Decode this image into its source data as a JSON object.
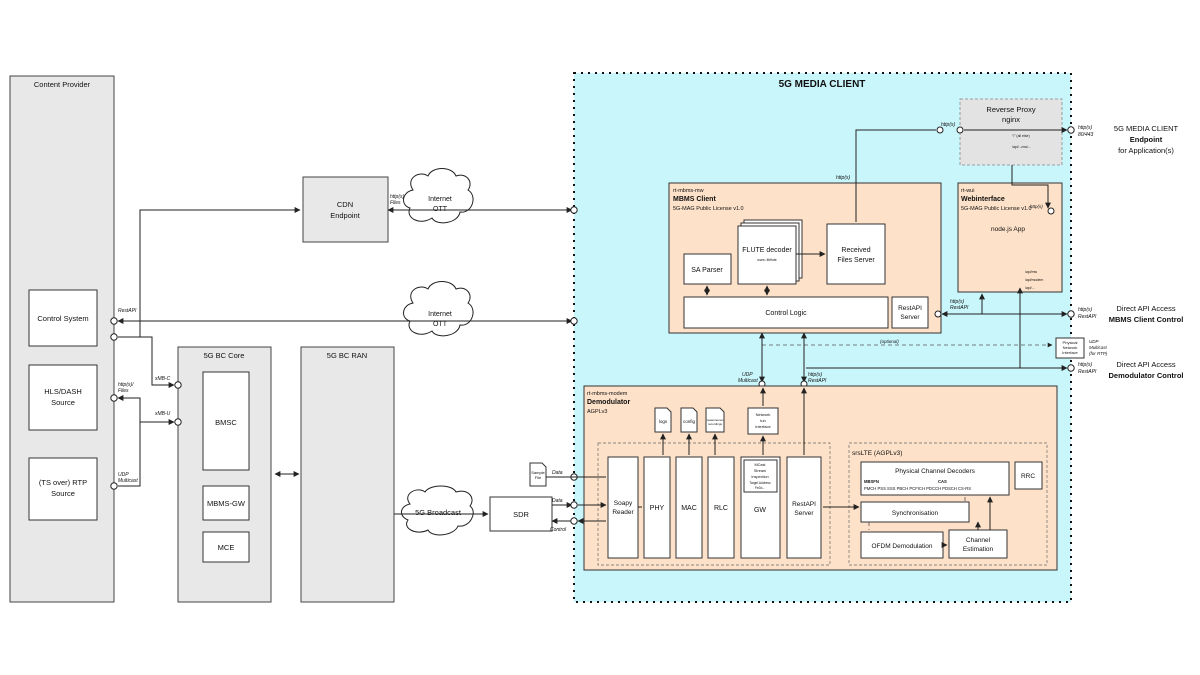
{
  "left": {
    "content_provider": "Content Provider",
    "control_system": "Control System",
    "hls_dash": [
      "HLS/DASH",
      "Source"
    ],
    "ts_rtp": [
      "(TS over) RTP",
      "Source"
    ],
    "rest_api": "RestAPI",
    "http_files": [
      "http(s)/",
      "Files"
    ],
    "xmb_c": "xMB-C",
    "xmb_u": "xMB-U",
    "udp_multicast": [
      "UDP",
      "Multicast"
    ]
  },
  "core": {
    "title": "5G BC Core",
    "bmsc": "BMSC",
    "mbms_gw": "MBMS-GW",
    "mce": "MCE"
  },
  "ran": {
    "title": "5G BC RAN"
  },
  "cdn": {
    "label": [
      "CDN",
      "Endpoint"
    ],
    "http_files": [
      "http(s)/",
      "Files"
    ],
    "ott": [
      "Internet",
      "OTT"
    ]
  },
  "middle": {
    "ott2": [
      "Internet",
      "OTT"
    ],
    "broadcast": "5G Broadcast",
    "sdr": "SDR",
    "data1": "Data",
    "data2": "Data",
    "control": "Control",
    "sample_file": [
      "Sample",
      "File"
    ]
  },
  "client": {
    "title": "5G MEDIA CLIENT",
    "proxy": [
      "Reverse Proxy",
      "nginx"
    ],
    "proxy_http": "http(s)",
    "proxy_routes": [
      "\"/\" (all else)",
      "/api/...mw/..."
    ],
    "mw": {
      "name": "rt-mbms-mw",
      "title": "MBMS Client",
      "license": "5G-MAG Public License v1.0",
      "http": "http(s)",
      "sa_parser": "SA Parser",
      "flute": "FLUTE decoder",
      "flute_sub": "uses: libflute",
      "received": [
        "Received",
        "Files Server"
      ],
      "control_logic": "Control Logic",
      "restapi": [
        "RestAPI",
        "Server"
      ]
    },
    "wui": {
      "name": "rt-wui",
      "title": "Webinterface",
      "license": "5G-MAG Public License v1.0",
      "app": "node.js App",
      "http": "http(s)",
      "routes": [
        "/api/mw",
        "/api/modem",
        "/api/..."
      ],
      "restapi_label": [
        "http(s)",
        "RestAPI"
      ]
    },
    "optional": "(optional)",
    "udp_multicast": [
      "UDP",
      "Multicast"
    ],
    "http_restapi": [
      "http(s)",
      "RestAPI"
    ],
    "modem": {
      "name": "rt-mbms-modem",
      "title": "Demodulator",
      "license": "AGPLv3",
      "logs": "logs",
      "config": "config",
      "recordings": [
        "measurement",
        "recordings"
      ],
      "net_iface": [
        "Network",
        "tun",
        "interface"
      ],
      "soapy": [
        "Soapy",
        "Reader"
      ],
      "phy": "PHY",
      "mac": "MAC",
      "rlc": "RLC",
      "gw": "GW",
      "gw_note": [
        "MCast",
        "Stream",
        "Inspection",
        "Target Address",
        "FeDc..."
      ],
      "restapi": [
        "RestAPI",
        "Server"
      ],
      "srslte": "srsLTE (AGPLv3)",
      "pcd": "Physical Channel Decoders",
      "mbsfn": "MBSFN",
      "cas": "CAS",
      "channels": "PMCH PSS SSS PBCH PCFICH PDCCH PDSCH CS-RS",
      "rrc": "RRC",
      "sync": "Synchronisation",
      "ofdm": "OFDM Demodulation",
      "chest": [
        "Channel",
        "Estimation"
      ]
    }
  },
  "right": {
    "http_port": [
      "http(s)",
      "80/443"
    ],
    "endpoint": [
      "5G MEDIA CLIENT",
      "Endpoint",
      "for Application(s)"
    ],
    "mw_port": [
      "http(s)",
      "RestAPI"
    ],
    "mw_access": [
      "Direct API Access",
      "MBMS Client Control"
    ],
    "phys_iface": [
      "Physical",
      "Network",
      "Interface"
    ],
    "udp_label": [
      "UDP",
      "Multicast",
      "(for RTP)"
    ],
    "modem_port": [
      "http(s)",
      "RestAPI"
    ],
    "modem_access": [
      "Direct API Access",
      "Demodulator Control"
    ]
  },
  "colors": {
    "client_bg": "#c9f6fb",
    "component_bg": "#fde1c8",
    "external_bg": "#e8e8e8"
  }
}
